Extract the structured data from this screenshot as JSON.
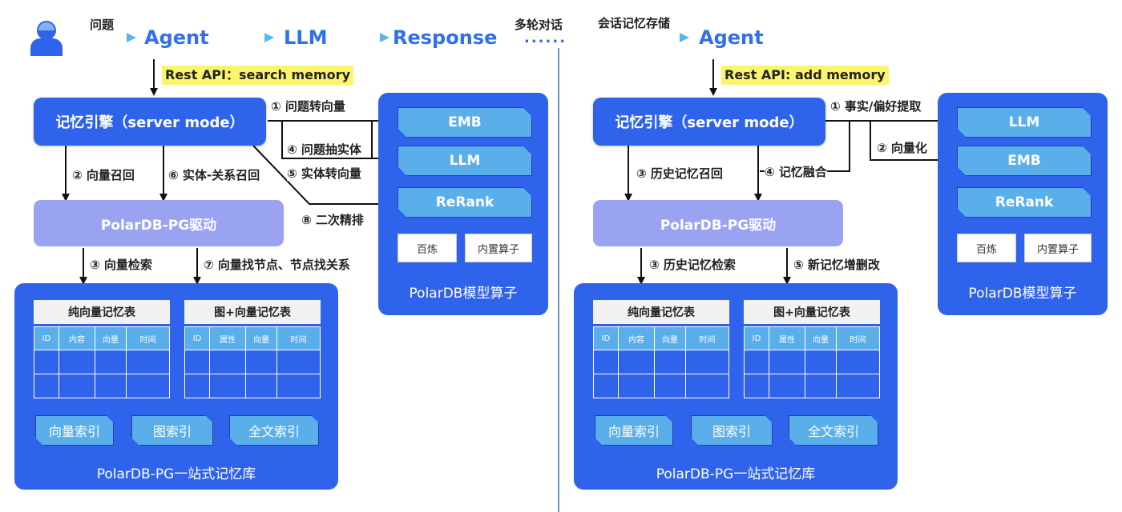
{
  "top": {
    "question_label": "问题",
    "agent_label": "Agent",
    "llm_label": "LLM",
    "response_label": "Response",
    "multi_turn_label": "多轮对话",
    "dots": "......",
    "store_label": "会话记忆存储",
    "agent_right_label": "Agent"
  },
  "left": {
    "rest_api": "Rest API：search memory",
    "engine": "记忆引擎（server mode）",
    "driver": "PolarDB-PG驱动",
    "steps": {
      "s1": "① 问题转向量",
      "s2": "② 向量召回",
      "s3": "③ 向量检索",
      "s4": "④ 问题抽实体",
      "s5": "⑤ 实体转向量",
      "s6": "⑥ 实体-关系召回",
      "s7": "⑦ 向量找节点、节点找关系",
      "s8": "⑧ 二次精排"
    },
    "models": [
      "EMB",
      "LLM",
      "ReRank"
    ],
    "model_boxes": [
      "百炼",
      "内置算子"
    ],
    "model_panel_title": "PolarDB模型算子",
    "tables": [
      {
        "title": "纯向量记忆表",
        "headers": [
          "ID",
          "内容",
          "向量",
          "时间"
        ]
      },
      {
        "title": "图+向量记忆表",
        "headers": [
          "ID",
          "属性",
          "向量",
          "时间"
        ]
      }
    ],
    "indexes": [
      "向量索引",
      "图索引",
      "全文索引"
    ],
    "store_panel_title": "PolarDB-PG一站式记忆库"
  },
  "right": {
    "rest_api": "Rest API: add memory",
    "engine": "记忆引擎（server mode）",
    "driver": "PolarDB-PG驱动",
    "steps": {
      "s1": "① 事实/偏好提取",
      "s2": "② 向量化",
      "s3a": "③ 历史记忆召回",
      "s3b": "③ 历史记忆检索",
      "s4": "④ 记忆融合",
      "s5": "⑤ 新记忆增删改"
    },
    "models": [
      "LLM",
      "EMB",
      "ReRank"
    ],
    "model_boxes": [
      "百炼",
      "内置算子"
    ],
    "model_panel_title": "PolarDB模型算子",
    "tables": [
      {
        "title": "纯向量记忆表",
        "headers": [
          "ID",
          "内容",
          "向量",
          "时间"
        ]
      },
      {
        "title": "图+向量记忆表",
        "headers": [
          "ID",
          "属性",
          "向量",
          "时间"
        ]
      }
    ],
    "indexes": [
      "向量索引",
      "图索引",
      "全文索引"
    ],
    "store_panel_title": "PolarDB-PG一站式记忆库"
  },
  "colors": {
    "primary": "#2f63ec",
    "light_blue": "#5aaeea",
    "driver": "#9aa2f2",
    "highlight": "#fbf56b",
    "flow_text": "#2f6ff0"
  }
}
